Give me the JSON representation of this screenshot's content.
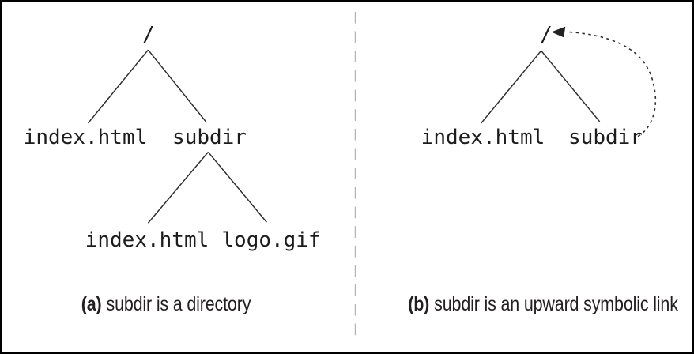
{
  "figure": {
    "description": "Two file-system trees separated by a dashed divider",
    "colors": {
      "border": "#000000",
      "tree_line": "#2d2d2d",
      "text": "#1c1c1c",
      "caption_text": "#231f20",
      "divider": "#b4b4b4",
      "background": "#ffffff"
    },
    "icons": {
      "symlink_arrow": "dashed-curved-arrow-pointing-left-to-root"
    }
  },
  "panel_a": {
    "root": "/",
    "level1": [
      "index.html",
      "subdir"
    ],
    "level2": [
      "index.html",
      "logo.gif"
    ],
    "caption_label": "(a)",
    "caption_text": "subdir is a directory"
  },
  "panel_b": {
    "root": "/",
    "level1": [
      "index.html",
      "subdir"
    ],
    "caption_label": "(b)",
    "caption_text": "subdir is an upward symbolic link"
  }
}
